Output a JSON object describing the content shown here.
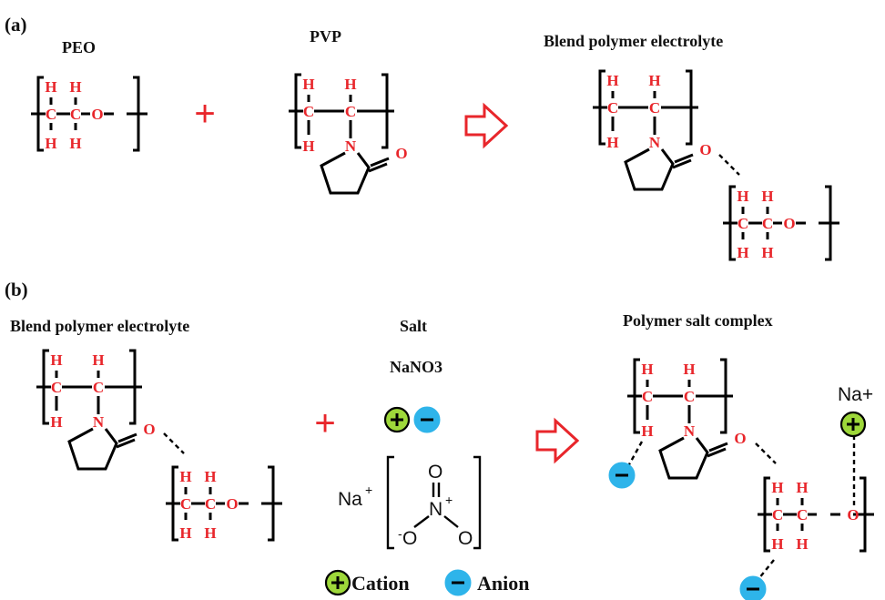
{
  "panels": {
    "a": {
      "label": "(a)",
      "peo_title": "PEO",
      "pvp_title": "PVP",
      "blend_title": "Blend polymer electrolyte"
    },
    "b": {
      "label": "(b)",
      "blend_title": "Blend polymer electrolyte",
      "salt_title": "Salt",
      "salt_formula": "NaNO3",
      "complex_title": "Polymer salt complex",
      "na_ion": "Na+"
    }
  },
  "atoms": {
    "carbon": "C",
    "hydrogen": "H",
    "oxygen": "O",
    "nitrogen": "N"
  },
  "nitrate": {
    "na": "Na",
    "na_charge": "+",
    "o_top": "O",
    "n": "N",
    "n_charge": "+",
    "o_left": "O",
    "o_left_charge": "-",
    "o_right": "O"
  },
  "plus_sign": "+",
  "legend": {
    "cation": "Cation",
    "anion": "Anion"
  },
  "colors": {
    "atom": "#e8262b",
    "cation": "#9ed83a",
    "anion": "#2eb4ea",
    "arrow": "#e8262b"
  }
}
